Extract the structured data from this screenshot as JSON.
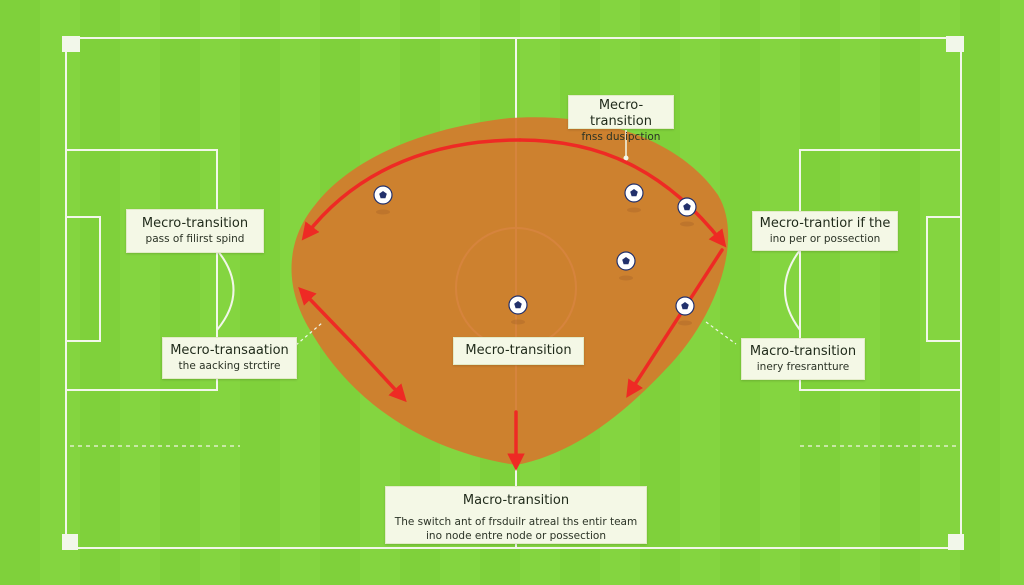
{
  "colors": {
    "grass": "#7fd13b",
    "grass_stripe": "#86d642",
    "lines": "#f2f7ea",
    "zone": "#d47a2e",
    "arrow": "#ee2a24",
    "label_bg": "#f4f8e6"
  },
  "labels": {
    "top_right": {
      "title": "Mecro-transition",
      "sub": "fnss dusipction"
    },
    "left_upper": {
      "title": "Mecro-transition",
      "sub": "pass of filirst spind"
    },
    "left_lower": {
      "title": "Mecro-transaation",
      "sub": "the aacking strctire"
    },
    "center": {
      "title": "Mecro-transition"
    },
    "right_upper": {
      "title": "Mecro-trantior if the",
      "sub": "ino per or possection"
    },
    "right_lower": {
      "title": "Macro-transition",
      "sub": "inery fresrantture"
    },
    "bottom": {
      "title": "Macro-transition",
      "sub1": "The switch ant of frsduilr atreal ths entir team",
      "sub2": "ino node entre node or possection"
    }
  },
  "icons": {
    "ball": "soccer-ball-icon",
    "arrow": "red-arrow-icon"
  }
}
